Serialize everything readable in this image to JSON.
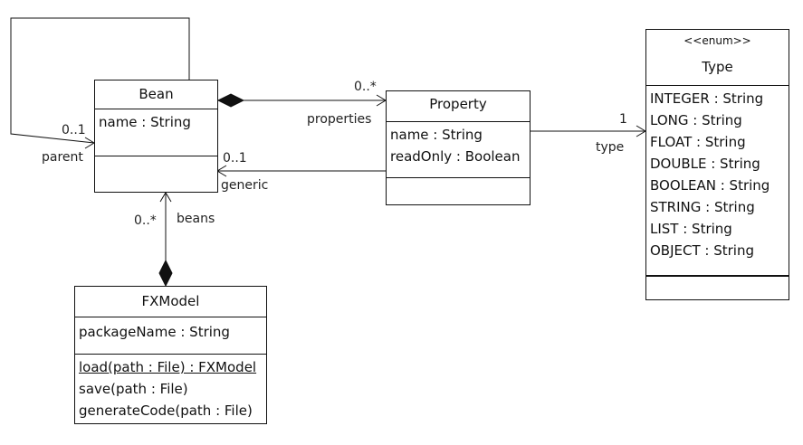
{
  "classes": {
    "bean": {
      "name": "Bean",
      "attributes": [
        "name : String"
      ],
      "operations": []
    },
    "property": {
      "name": "Property",
      "attributes": [
        "name : String",
        "readOnly : Boolean"
      ],
      "operations": []
    },
    "type": {
      "stereotype": "<<enum>>",
      "name": "Type",
      "attributes": [
        "INTEGER : String",
        "LONG : String",
        "FLOAT : String",
        "DOUBLE : String",
        "BOOLEAN : String",
        "STRING : String",
        "LIST : String",
        "OBJECT : String"
      ],
      "operations": []
    },
    "fxmodel": {
      "name": "FXModel",
      "attributes": [
        "packageName : String"
      ],
      "operations": [
        "load(path : File) : FXModel",
        "save(path : File)",
        "generateCode(path : File)"
      ]
    }
  },
  "associations": {
    "self_parent": {
      "role": "parent",
      "multiplicity": "0..1"
    },
    "properties": {
      "role": "properties",
      "multiplicity": "0..*"
    },
    "generic": {
      "role": "generic",
      "multiplicity": "0..1"
    },
    "type": {
      "role": "type",
      "multiplicity": "1"
    },
    "beans": {
      "role": "beans",
      "multiplicity": "0..*"
    }
  }
}
